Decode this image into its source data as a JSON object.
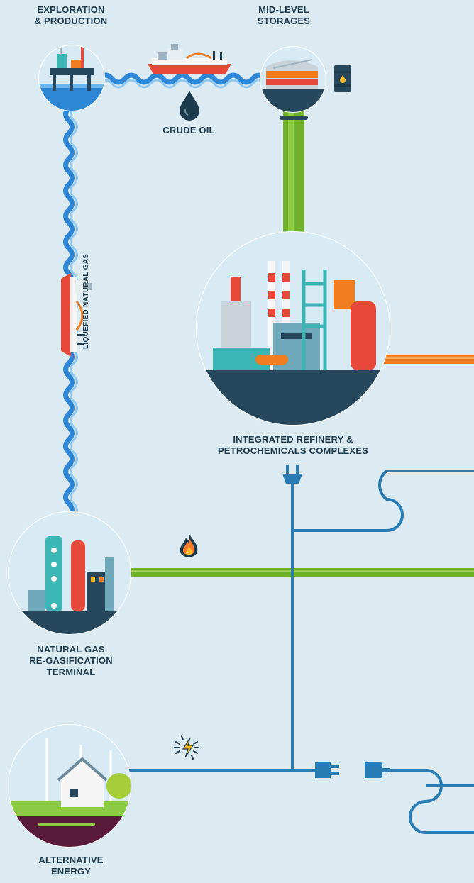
{
  "labels": {
    "exploration": [
      "EXPLORATION",
      "& PRODUCTION"
    ],
    "midlevel": [
      "MID-LEVEL",
      "STORAGES"
    ],
    "crude": "CRUDE OIL",
    "lng": "LIQUEFIED NATURAL GAS",
    "refinery": [
      "INTEGRATED REFINERY &",
      "PETROCHEMICALS COMPLEXES"
    ],
    "regas": [
      "NATURAL GAS",
      "RE-GASIFICATION",
      "TERMINAL"
    ],
    "alternative": [
      "ALTERNATIVE",
      "ENERGY"
    ]
  },
  "colors": {
    "background": "#dceaf1",
    "water": "#2e86d6",
    "pipeline_green": "#6fb02d",
    "pipeline_orange": "#f07d1f",
    "power_line": "#2a7cb5",
    "label_text": "#1d3a4c"
  },
  "icons": [
    "offshore-platform-icon",
    "tanker-ship-icon",
    "oil-drop-icon",
    "storage-tank-icon",
    "oil-barrel-icon",
    "refinery-icon",
    "power-plug-icon",
    "gas-flame-icon",
    "regas-terminal-icon",
    "lightning-icon",
    "wind-solar-house-icon",
    "plug-connector-icon"
  ]
}
